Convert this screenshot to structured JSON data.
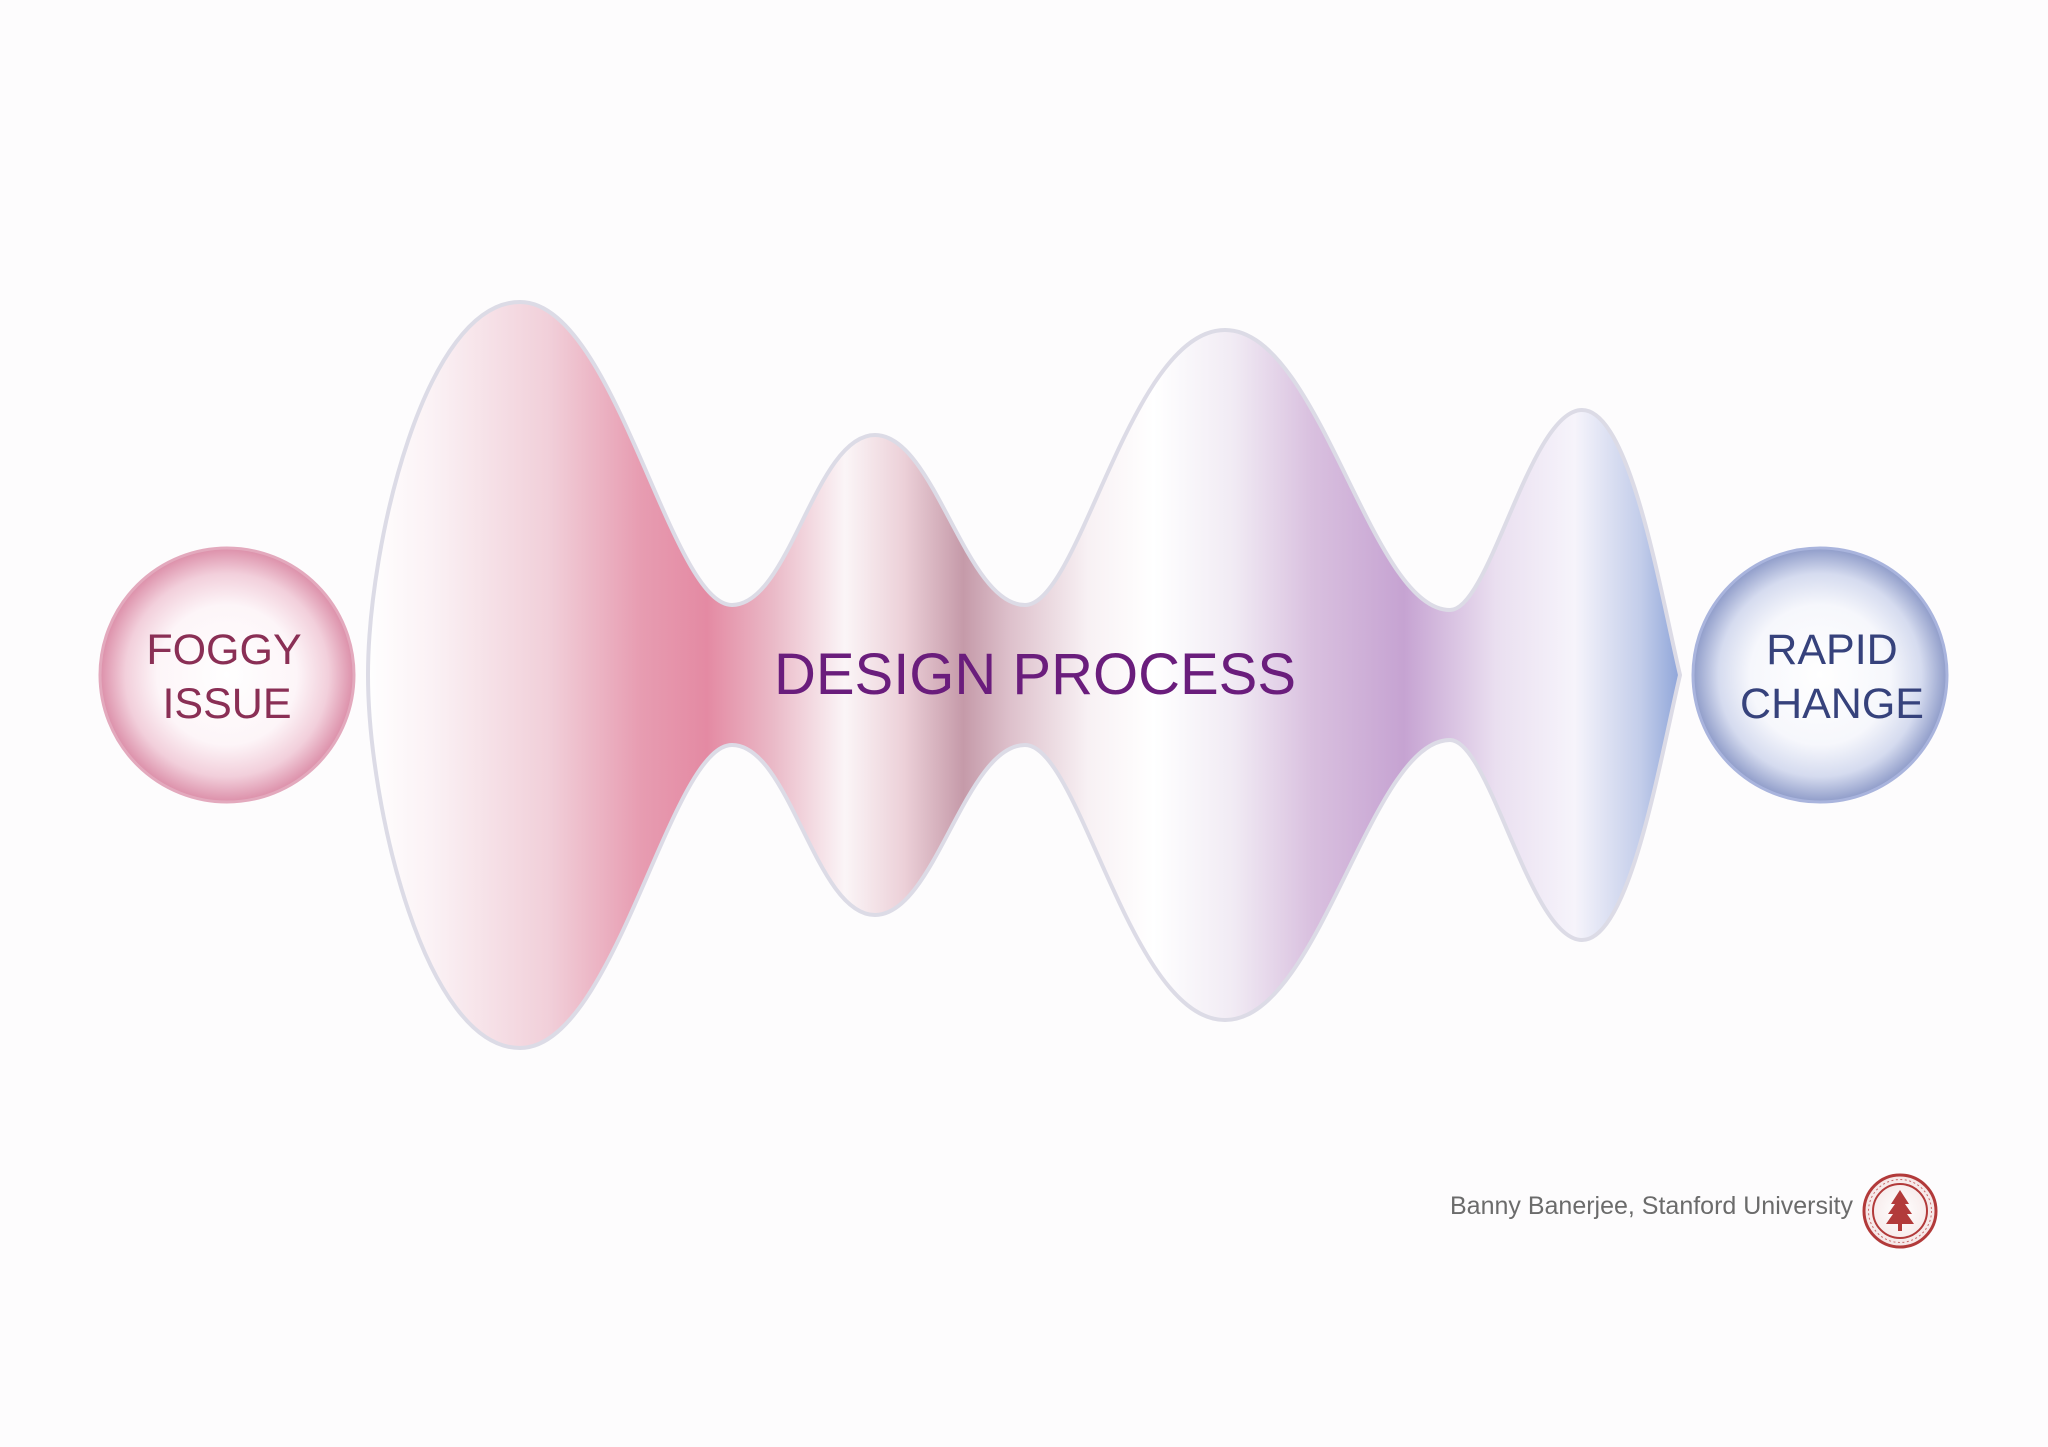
{
  "diagram": {
    "start_node": {
      "lines": [
        "FOGGY",
        "ISSUE"
      ],
      "color": "#8a2f55",
      "fill": "#e8b3c3"
    },
    "process": {
      "label": "DESIGN PROCESS",
      "label_color": "#6a1d7c"
    },
    "end_node": {
      "lines": [
        "RAPID",
        "CHANGE"
      ],
      "color": "#36427c",
      "fill": "#aab3d8"
    }
  },
  "footer": {
    "credit": "Banny Banerjee, Stanford University",
    "logo": "stanford-seal-icon"
  },
  "colors": {
    "pink": "#e48aa3",
    "mauve": "#c28aa0",
    "lavender": "#c4a3d3",
    "blue": "#8fa5d9",
    "outline": "#dcdbe6"
  }
}
